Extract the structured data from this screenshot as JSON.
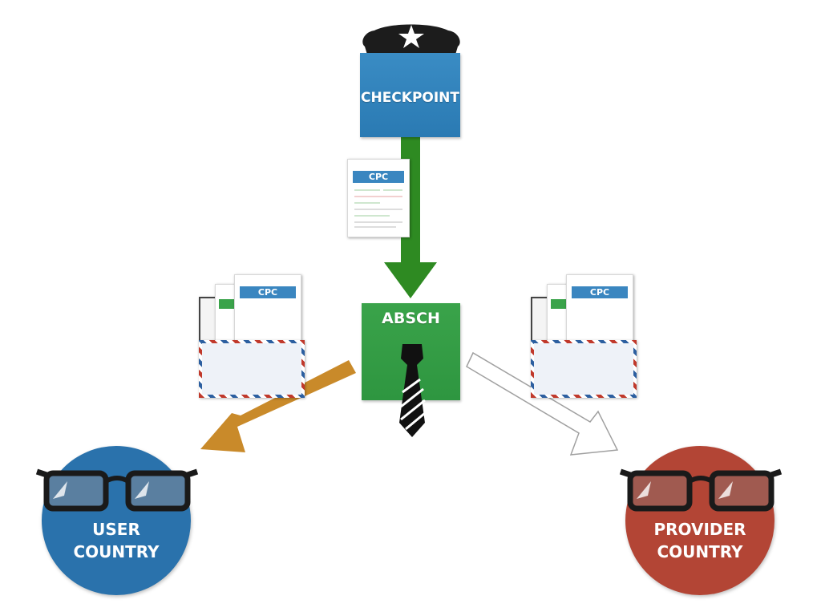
{
  "nodes": {
    "checkpoint": {
      "label": "CHECKPOINT",
      "color": "#2a7ab3"
    },
    "absch": {
      "label": "ABSCH",
      "color": "#2e9640"
    },
    "user_country": {
      "line1": "USER",
      "line2": "COUNTRY",
      "color": "#2a72ac"
    },
    "provider_country": {
      "line1": "PROVIDER",
      "line2": "COUNTRY",
      "color": "#b34535"
    }
  },
  "documents": {
    "cpc_label": "CPC",
    "stack_left_cpc_label": "CPC",
    "stack_right_cpc_label": "CPC"
  },
  "arrows": {
    "checkpoint_to_absch": {
      "color": "#2e8a22"
    },
    "absch_to_user": {
      "color": "#c98a2a"
    },
    "absch_to_provider": {
      "color": "#ffffff",
      "outline": "#a0a0a0"
    }
  },
  "icons": [
    "police-cap-icon",
    "necktie-icon",
    "glasses-icon",
    "document-icon",
    "envelope-icon"
  ]
}
